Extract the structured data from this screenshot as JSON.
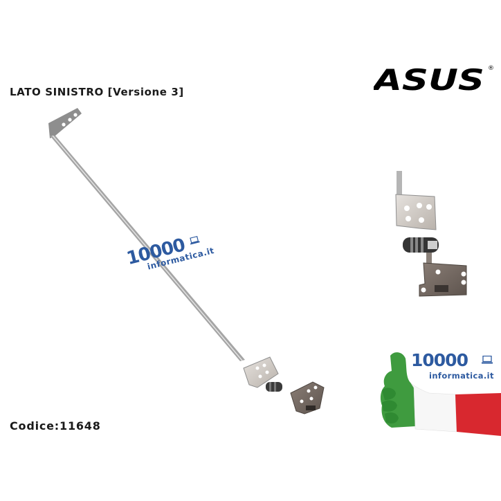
{
  "header": {
    "title": "LATO SINISTRO [Versione 3]",
    "brand_logo": "ASUS",
    "brand_registered": "®"
  },
  "product": {
    "description": "Laptop display hinge (left side) with long support arm and close-up of hinge",
    "code_label": "Codice:11648"
  },
  "watermark": {
    "number": "10000",
    "site": "informatica.it",
    "icon": "laptop-icon",
    "color": "#2d5aa0"
  },
  "badge": {
    "number": "10000",
    "site": "informatica.it",
    "icon": "laptop-icon",
    "flag_colors": [
      "#3a9a3a",
      "#ffffff",
      "#d8282f"
    ],
    "color": "#2d5aa0"
  }
}
